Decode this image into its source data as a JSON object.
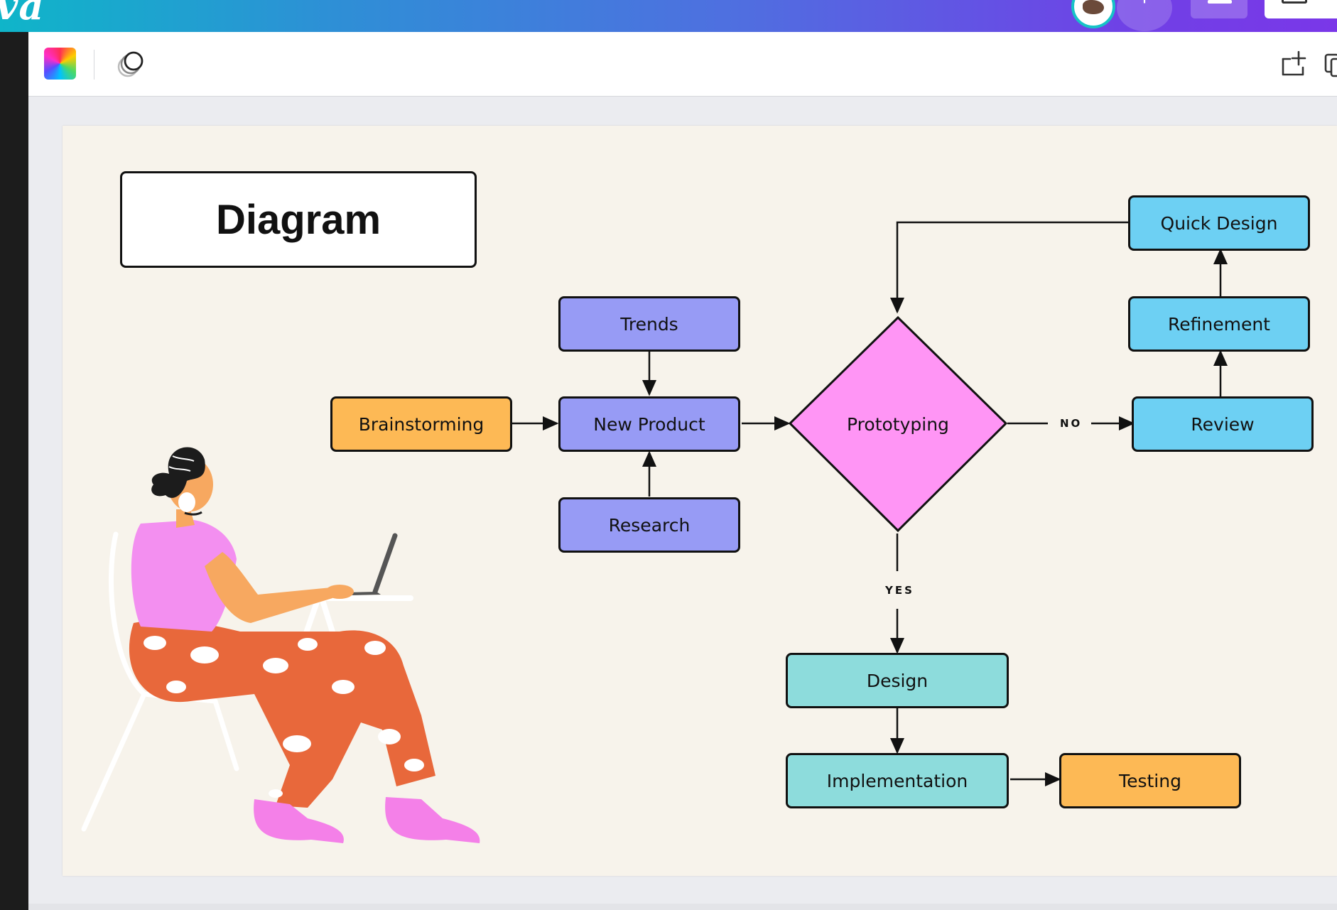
{
  "app": {
    "brand_text": "va"
  },
  "toolbar": {
    "color_icon": "color-palette-icon",
    "effects_icon": "transparency-icon",
    "right_icons": [
      "add-page-icon",
      "duplicate-icon"
    ]
  },
  "diagram": {
    "title": "Diagram",
    "nodes": {
      "brainstorming": "Brainstorming",
      "trends": "Trends",
      "new_product": "New Product",
      "research": "Research",
      "prototyping": "Prototyping",
      "quick_design": "Quick Design",
      "refinement": "Refinement",
      "review": "Review",
      "design": "Design",
      "implementation": "Implementation",
      "testing": "Testing"
    },
    "edge_labels": {
      "no": "NO",
      "yes": "YES"
    },
    "colors": {
      "orange": "#fdb955",
      "purple": "#979bf5",
      "pink": "#ff95f5",
      "blue": "#6dd0f3",
      "teal": "#8ddcdc",
      "canvas": "#f7f3eb"
    }
  }
}
